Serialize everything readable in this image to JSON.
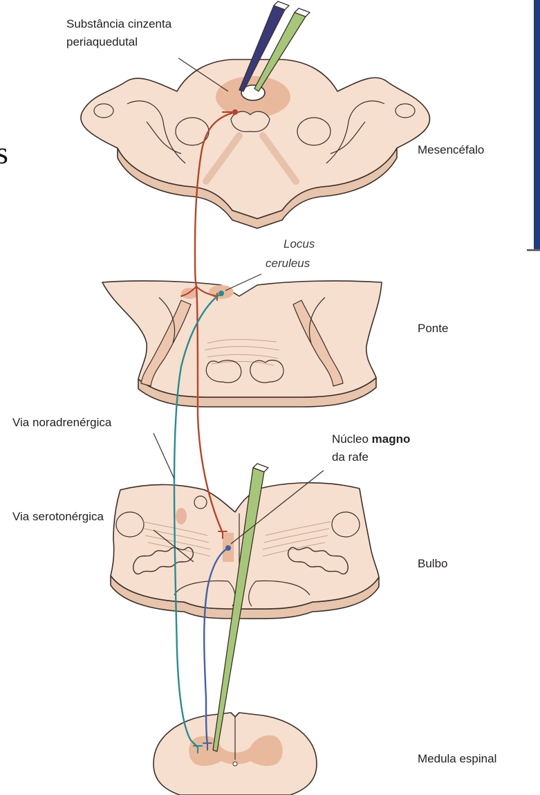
{
  "diagram": {
    "left_edge_text": "s",
    "labels": {
      "pag_line1": "Substância cinzenta",
      "pag_line2": "periaquedutal",
      "locus_line1": "Locus",
      "locus_line2": "ceruleus",
      "nor_prefix": "Via nor",
      "nor_suffix": "adrenérgica",
      "nucleo_prefix": "Núcleo ",
      "nucleo_bold": "magno",
      "nucleo_line2": "da rafe",
      "sero_prefix": "Via ser",
      "sero_suffix": "otonérgica"
    },
    "sections": {
      "mesencefalo": "Mesencéfalo",
      "ponte": "Ponte",
      "bulbo": "Bulbo",
      "medula": "Medula espinal"
    },
    "colors": {
      "tissue": "#f6dfcf",
      "tissue_side": "#e7c4ac",
      "outline": "#3b2f2a",
      "gray_matter": "#e8b99c",
      "red_pathway": "#b4442c",
      "teal_pathway": "#2b8a90",
      "blue_pathway": "#4361a6",
      "pipette_purple": "#3a3a78",
      "pipette_green": "#a6c77a",
      "frame_blue": "#1e3d7a"
    }
  }
}
